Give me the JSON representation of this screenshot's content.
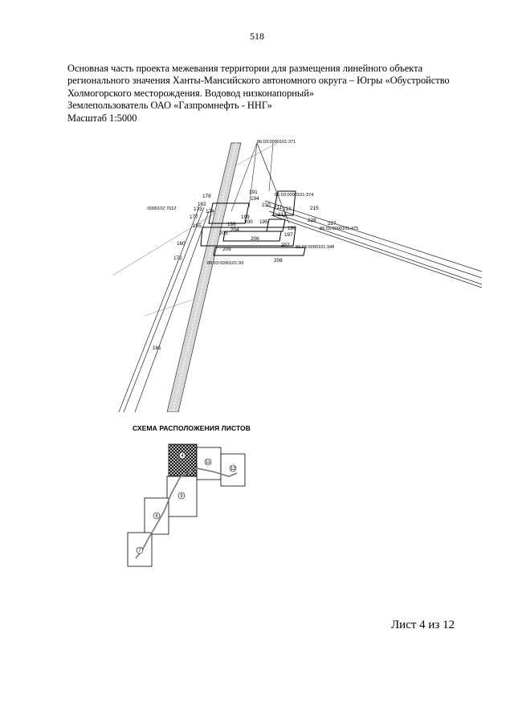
{
  "page_number": "518",
  "header": {
    "line1": "Основная часть проекта межевания территории для размещения линейного объекта",
    "line2": "регионального значения Ханты-Мансийского автономного округа – Югры  «Обустройство",
    "line3": "Холмогорского месторождения. Водовод низконапорный»",
    "line4": "Землепользователь ОАО «Газпромнефть - ННГ»",
    "line5": "Масштаб 1:5000"
  },
  "map": {
    "cadastral_labels": [
      "86:03:0090101:371",
      "86:03:0090101:374",
      ":0090102:7612",
      "86:03:0090101:475",
      "86:03:0090101:348",
      "86:03:0090101:93"
    ],
    "point_labels": [
      "178",
      "182",
      "191",
      "194",
      "173",
      "174",
      "177",
      "155",
      "160",
      "172",
      "161",
      "210",
      "211",
      "212",
      "213",
      "215",
      "228",
      "227",
      "206",
      "207",
      "208",
      "209",
      "199",
      "195",
      "197",
      "196",
      "198",
      "200",
      "204",
      "205"
    ]
  },
  "scheme": {
    "title": "СХЕМА РАСПОЛОЖЕНИЯ ЛИСТОВ",
    "sheets": [
      "4",
      "7",
      "8",
      "9",
      "11",
      "12"
    ]
  },
  "sheet_info": "Лист 4 из 12"
}
